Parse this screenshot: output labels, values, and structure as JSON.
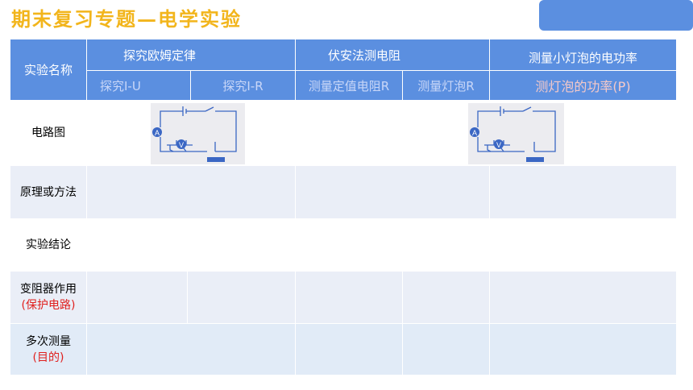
{
  "title": "期末复习专题—电学实验",
  "header": {
    "row_label": "实验名称",
    "groups": [
      "探究欧姆定律",
      "伏安法测电阻",
      "测量小灯泡的电功率"
    ],
    "subs": [
      "探究I-U",
      "探究I-R",
      "测量定值电阻R",
      "测量灯泡R",
      "测灯泡的功率(P)"
    ]
  },
  "rows": {
    "circuit": "电路图",
    "principle": "原理或方法",
    "conclusion": "实验结论",
    "rheostat": "变阻器作用",
    "rheostat_note": "(保护电路)",
    "multiple": "多次测量",
    "multiple_note": "(目的)"
  },
  "circuit_icons": {
    "ammeter": "A",
    "voltmeter": "V"
  },
  "colors": {
    "header_blue": "#5b8fe0",
    "title_gold": "#f2b51c",
    "note_red": "#e0201e"
  }
}
